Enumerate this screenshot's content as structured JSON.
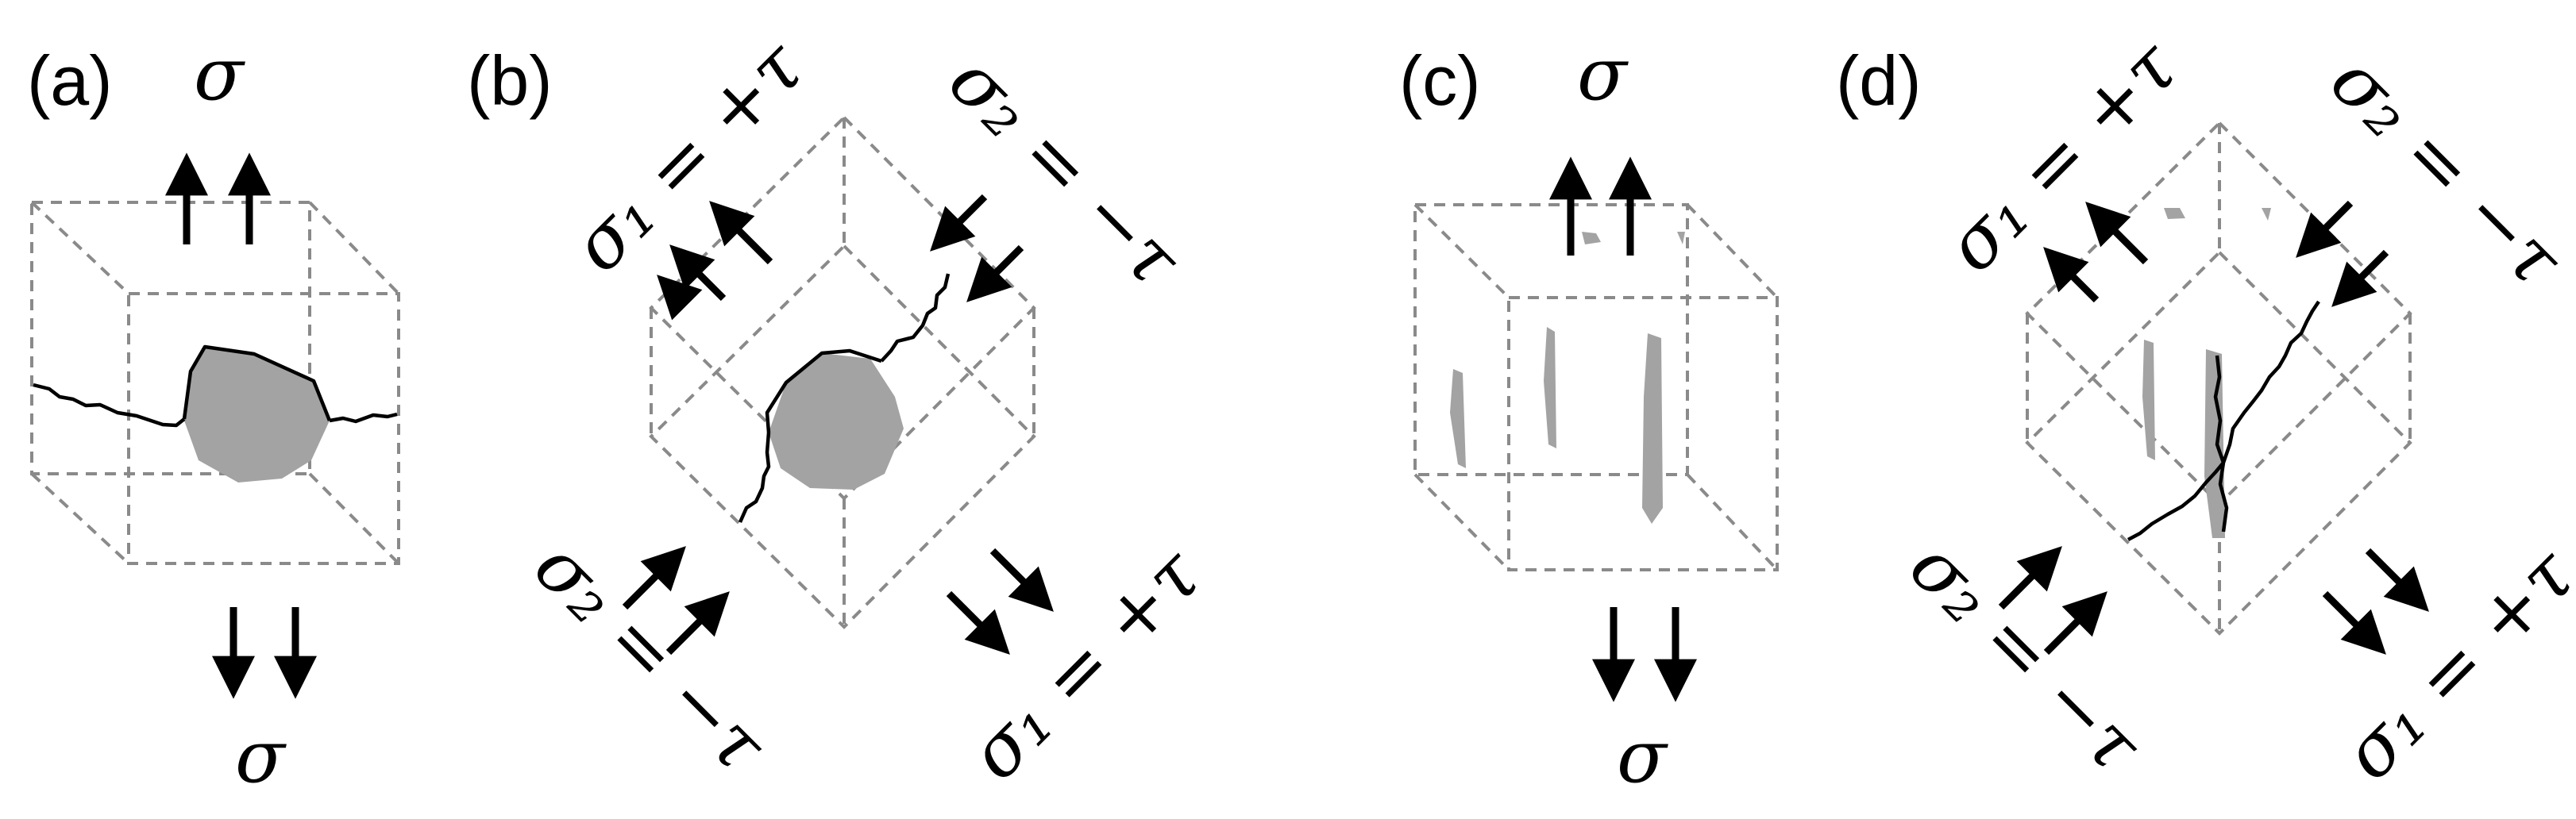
{
  "panels": [
    {
      "label": "(a)",
      "top_symbol": "σ",
      "bottom_symbol": "σ"
    },
    {
      "label": "(b)",
      "upper_left": "σ₁ = +τ",
      "upper_right": "σ₂ = −τ",
      "lower_left": "σ₂ = −τ",
      "lower_right": "σ₁ = +τ"
    },
    {
      "label": "(c)",
      "top_symbol": "σ",
      "bottom_symbol": "σ"
    },
    {
      "label": "(d)",
      "upper_left": "σ₁ = +τ",
      "upper_right": "σ₂ = −τ",
      "lower_left": "σ₂ = −τ",
      "lower_right": "σ₁ = +τ"
    }
  ],
  "colors": {
    "particle": "#a3a3a3",
    "cube_edges": "#8a8a8a",
    "arrows_and_cracks": "#000000"
  }
}
